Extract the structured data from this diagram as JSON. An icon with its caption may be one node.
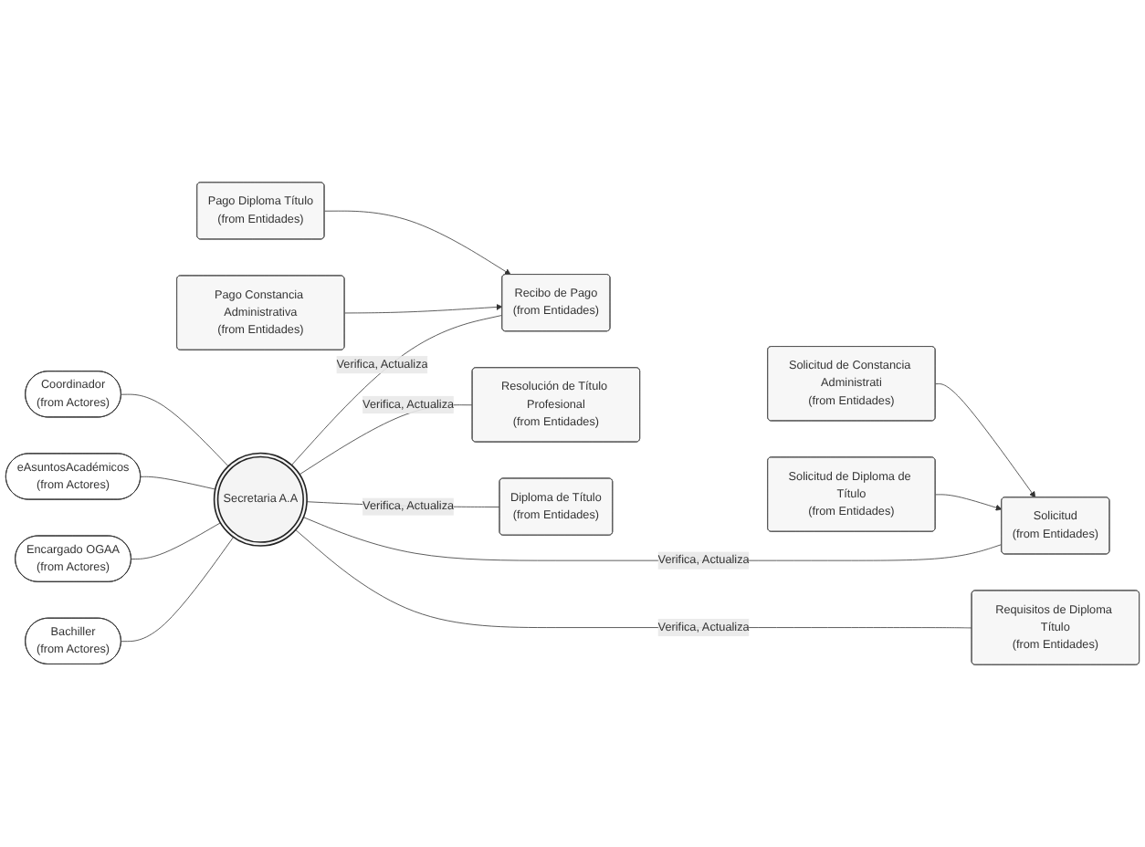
{
  "diagram": {
    "nodes": [
      {
        "text": [
          "Bachiller",
          "(from Actores)"
        ]
      },
      {
        "text": [
          "Encargado OGAA",
          "(from Actores)"
        ]
      },
      {
        "text": [
          "eAsuntosAcadémicos",
          "(from Actores)"
        ]
      },
      {
        "text": [
          "Coordinador",
          "(from Actores)"
        ]
      },
      {
        "text": [
          "Secretaria A.A"
        ]
      },
      {
        "text": [
          "Pago Constancia Administrativa",
          "(from Entidades)"
        ]
      },
      {
        "text": [
          "Pago Diploma Título",
          "(from Entidades)"
        ]
      },
      {
        "text": [
          "Recibo de Pago",
          "(from Entidades)"
        ]
      },
      {
        "text": [
          "Solicitud de Diploma de Título",
          "(from Entidades)"
        ]
      },
      {
        "text": [
          "Solicitud",
          "(from Entidades)"
        ]
      },
      {
        "text": [
          "Solicitud de Constancia Administrati",
          "(from Entidades)"
        ]
      },
      {
        "text": [
          "Requisitos de Diploma Título",
          "(from Entidades)"
        ]
      },
      {
        "text": [
          "Resolución de Título Profesional",
          "(from Entidades)"
        ]
      },
      {
        "text": [
          "Diploma de Título",
          "(from Entidades)"
        ]
      }
    ],
    "edges": [
      {
        "from": 0,
        "to": 4,
        "arrow": "none"
      },
      {
        "from": 1,
        "to": 4,
        "arrow": "none"
      },
      {
        "from": 2,
        "to": 4,
        "arrow": "none"
      },
      {
        "from": 3,
        "to": 4,
        "arrow": "none"
      },
      {
        "from": 4,
        "to": 7,
        "arrow": "none",
        "label": "Verifica, Actualiza"
      },
      {
        "from": 4,
        "to": 9,
        "arrow": "none",
        "label": "Verifica, Actualiza"
      },
      {
        "from": 4,
        "to": 11,
        "arrow": "none",
        "label": "Verifica, Actualiza"
      },
      {
        "from": 4,
        "to": 12,
        "arrow": "none",
        "label": "Verifica, Actualiza"
      },
      {
        "from": 4,
        "to": 13,
        "arrow": "none",
        "label": "Verifica, Actualiza"
      },
      {
        "from": 5,
        "to": 7,
        "arrow": "to"
      },
      {
        "from": 6,
        "to": 7,
        "arrow": "to"
      },
      {
        "from": 8,
        "to": 9,
        "arrow": "to"
      },
      {
        "from": 10,
        "to": 9,
        "arrow": "to"
      }
    ]
  }
}
